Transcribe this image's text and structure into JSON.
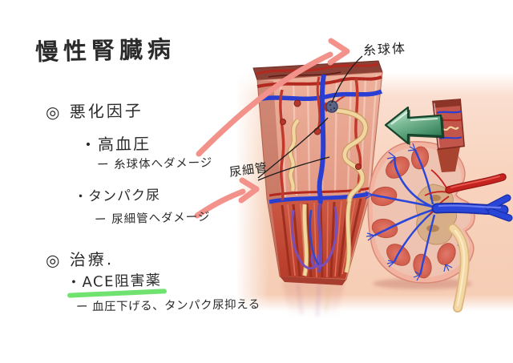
{
  "title": "慢性腎臓病",
  "notes": {
    "worsening_header": "◎ 悪化因子",
    "hypertension": "・高血圧",
    "hypertension_sub": "ー 糸球体へダメージ",
    "proteinuria": "・タンパク尿",
    "proteinuria_sub": "ー 尿細管へダメージ",
    "treatment_header": "◎ 治療.",
    "ace": "・ACE阻害薬",
    "ace_sub": "ー 血圧下げる、タンパク尿抑える"
  },
  "figure_labels": {
    "glomerulus": "糸球体",
    "tubule": "尿細管"
  },
  "icons": {
    "green_zoom_arrow": "block arrow pointing left from kidney to magnified nephron block",
    "pink_arrow_glomerulus": "hand-drawn arrow from 高血圧 note to 糸球体 label",
    "pink_arrow_tubule": "hand-drawn arrow from タンパク尿 note to 尿細管 label"
  },
  "colors": {
    "ink": "#2b2b2b",
    "pink_arrow": "#f2928a",
    "green_underline": "#6fe26f",
    "green_arrow_dark": "#1d4f33",
    "green_arrow_light": "#d9f0e2",
    "backdrop_peach": "#f8d3bd",
    "artery_red": "#c0272d",
    "vein_blue": "#2a3fd2",
    "tubule_cream": "#f1d49e",
    "purple_vessel": "#7a4fb8",
    "kidney_capsule": "#f2b3a0",
    "pyramid_red": "#d4604e",
    "pelvis_tan": "#d8ae88"
  }
}
